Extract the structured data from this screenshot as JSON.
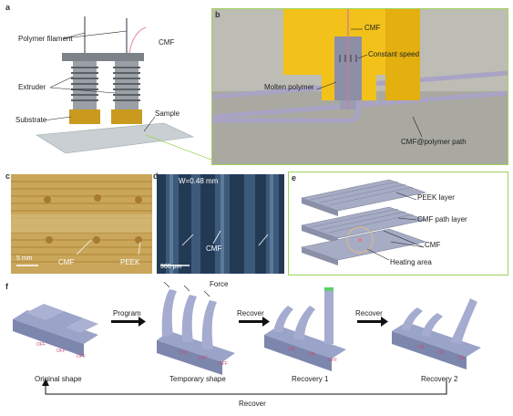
{
  "panels": {
    "a": {
      "letter": "a",
      "labels": {
        "polymer_filament": "Polymer filament",
        "cmf": "CMF",
        "extruder": "Extruder",
        "substrate": "Substrate",
        "sample": "Sample"
      }
    },
    "b": {
      "letter": "b",
      "labels": {
        "cmf": "CMF",
        "constant_speed": "Constant speed",
        "molten_polymer": "Molten polymer",
        "path": "CMF@polymer path"
      }
    },
    "c": {
      "letter": "c",
      "labels": {
        "scale": "5 mm",
        "cmf": "CMF",
        "peek": "PEEK"
      }
    },
    "d": {
      "letter": "d",
      "labels": {
        "width": "W=0.48 mm",
        "cmf": "CMF",
        "scale": "300 μm"
      }
    },
    "e": {
      "letter": "e",
      "labels": {
        "peek_layer": "PEEK layer",
        "cmf_path_layer": "CMF path layer",
        "cmf": "CMF",
        "heating_area": "Heating area"
      }
    },
    "f": {
      "letter": "f",
      "steps": {
        "program": "Program",
        "recover1": "Recover",
        "recover2": "Recover",
        "force": "Force",
        "recover_bottom": "Recover"
      },
      "shapes": {
        "original": "Original shape",
        "temporary": "Temporary shape",
        "recovery1": "Recovery 1",
        "recovery2": "Recovery 2"
      },
      "switch": {
        "off": "OFF",
        "on": "ON"
      }
    }
  },
  "colors": {
    "panel_border": "#9fd35a",
    "yellow_block": "#f2c21a",
    "fiber": "#a9a3c4",
    "beam": "#9aa3c8"
  }
}
